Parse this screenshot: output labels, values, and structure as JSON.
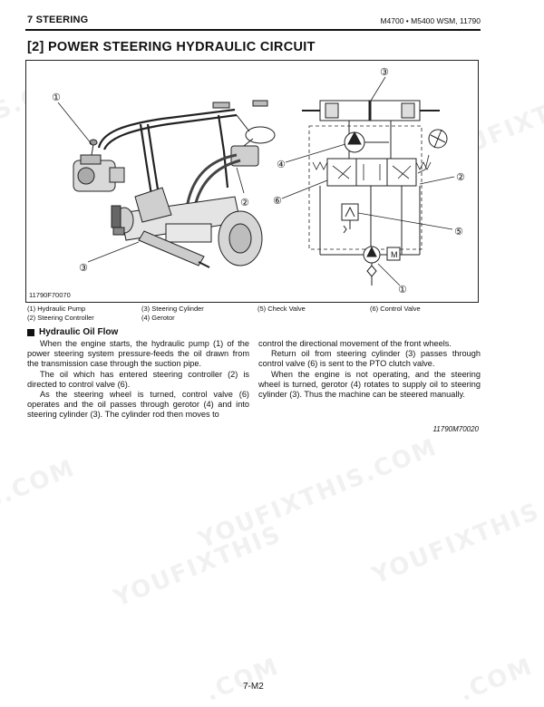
{
  "header": {
    "section": "7 STEERING",
    "manual": "M4700 • M5400 WSM, 11790"
  },
  "title": "[2]  POWER STEERING HYDRAULIC CIRCUIT",
  "figure": {
    "code": "11790F70070",
    "callouts": [
      "①",
      "②",
      "③",
      "④",
      "⑤",
      "⑥"
    ],
    "motor_label": "M"
  },
  "captions": [
    "(1)  Hydraulic Pump",
    "(2)  Steering Controller",
    "(3)  Steering Cylinder",
    "(4)  Gerotor",
    "(5)  Check Valve",
    "(6)  Control Valve"
  ],
  "section_heading": "Hydraulic Oil Flow",
  "body": {
    "left": [
      "When the engine starts, the hydraulic pump (1) of the power steering system pressure-feeds the oil drawn from the transmission case through the suction pipe.",
      "The oil which has entered steering controller (2) is directed to control valve (6).",
      "As the steering wheel is turned, control valve (6) operates and the oil passes through gerotor (4) and into steering cylinder (3). The cylinder rod then moves to"
    ],
    "right": [
      "control the directional movement of the front wheels.",
      "Return oil from steering cylinder (3) passes through control valve (6) is sent to the PTO clutch valve.",
      "When the engine is not operating, and the steering wheel is turned, gerotor (4) rotates to supply oil to steering cylinder (3). Thus the machine can be steered manually."
    ]
  },
  "doc_code": "11790M70020",
  "page_number": "7-M2",
  "watermarks": [
    "S.COM",
    "YOUFIXTHIS",
    "YOUFIXTHIS.COM",
    "YOUFIXTHIS",
    "S.COM",
    "YOUFIXTHIS",
    "YOUFIXTHIS",
    ".COM",
    ".COM"
  ]
}
